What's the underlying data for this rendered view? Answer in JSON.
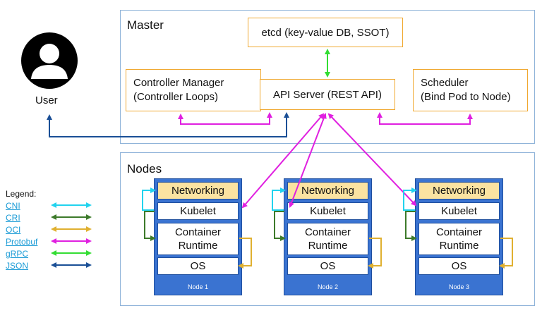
{
  "master": {
    "title": "Master",
    "etcd": "etcd (key-value DB, SSOT)",
    "controller_manager": [
      "Controller Manager",
      "(Controller Loops)"
    ],
    "api_server": "API Server (REST API)",
    "scheduler": [
      "Scheduler",
      "(Bind Pod to Node)"
    ]
  },
  "nodes": {
    "title": "Nodes",
    "items": [
      {
        "networking": "Networking",
        "kubelet": "Kubelet",
        "runtime": [
          "Container",
          "Runtime"
        ],
        "os": "OS",
        "label": "Node 1"
      },
      {
        "networking": "Networking",
        "kubelet": "Kubelet",
        "runtime": [
          "Container",
          "Runtime"
        ],
        "os": "OS",
        "label": "Node 2"
      },
      {
        "networking": "Networking",
        "kubelet": "Kubelet",
        "runtime": [
          "Container",
          "Runtime"
        ],
        "os": "OS",
        "label": "Node 3"
      }
    ]
  },
  "user": {
    "label": "User"
  },
  "legend": {
    "title": "Legend:",
    "items": [
      {
        "label": "CNI",
        "color": "#22d3ee"
      },
      {
        "label": "CRI",
        "color": "#3d7a2a"
      },
      {
        "label": "OCI",
        "color": "#e0b030"
      },
      {
        "label": "Protobuf",
        "color": "#e020e0"
      },
      {
        "label": "gRPC",
        "color": "#33dd33"
      },
      {
        "label": "JSON",
        "color": "#1a4f96"
      }
    ]
  }
}
